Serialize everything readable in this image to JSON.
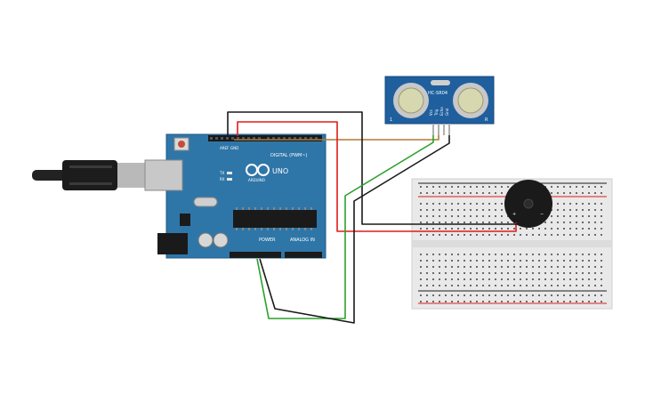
{
  "arduino": {
    "brand": "ARDUINO",
    "model": "UNO",
    "digital_header": "DIGITAL (PWM~)",
    "power_header": "POWER",
    "analog_header": "ANALOG IN",
    "tx_label": "TX",
    "rx_label": "RX",
    "aref_label": "AREF",
    "gnd_label": "GND"
  },
  "sensor": {
    "model": "HC-SR04",
    "corner_left": "1",
    "corner_right": "R",
    "pins": [
      "Vcc",
      "Trig",
      "Echo",
      "Gnd"
    ]
  },
  "buzzer": {
    "plus": "+",
    "minus": "−"
  },
  "colors": {
    "arduino_board": "#2f76a8",
    "sensor_board": "#1f5f9e",
    "wire_red": "#e01b1b",
    "wire_black": "#1a1a1a",
    "wire_green": "#2aa02a",
    "wire_orange": "#b07a35",
    "breadboard": "#e9e9e9"
  }
}
